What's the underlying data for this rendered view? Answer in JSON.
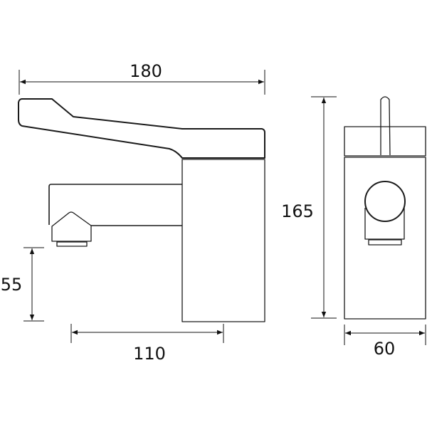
{
  "drawing": {
    "title": "Tap dimension drawing",
    "line_color": "#1a1a1a",
    "dimensions": {
      "overall_length": "180",
      "spout_height": "55",
      "spout_reach": "110",
      "overall_height": "165",
      "body_width": "60"
    }
  }
}
